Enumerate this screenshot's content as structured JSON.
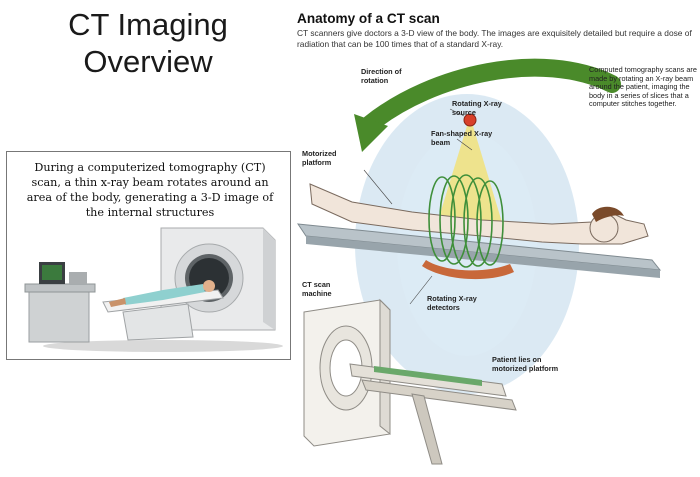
{
  "slide": {
    "title_line1": "CT Imaging",
    "title_line2": "Overview"
  },
  "ct_box": {
    "caption": "During a computerized tomography (CT) scan, a thin x-ray beam rotates around an area of the body, generating a 3-D image of the internal structures"
  },
  "anatomy": {
    "title": "Anatomy of a CT scan",
    "subtitle": "CT scanners give doctors a 3-D view of the body. The images are exquisitely detailed but require a dose of radiation that can be 100 times that of a standard X-ray.",
    "labels": {
      "direction": "Direction of rotation",
      "side_note": "Computed tomography scans are made by rotating an X-ray beam around the patient, imaging the body in a series of slices that a computer stitches together.",
      "source": "Rotating X-ray source",
      "beam": "Fan-shaped X-ray beam",
      "platform": "Motorized platform",
      "detectors": "Rotating X-ray detectors",
      "machine": "CT scan machine",
      "patient": "Patient lies on motorized platform"
    }
  },
  "colors": {
    "arrow_green": "#4a8a2a",
    "ring_green": "#3f8f3a",
    "beam_yellow": "#f4e06a",
    "detector_orange": "#c8683a",
    "source_red": "#d8402a"
  }
}
